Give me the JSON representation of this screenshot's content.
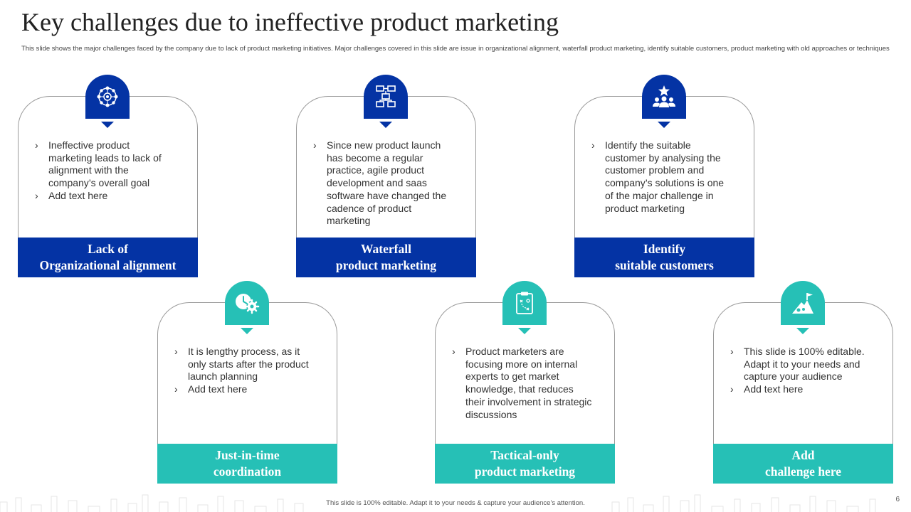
{
  "slide": {
    "title": "Key challenges due to ineffective product marketing",
    "subtitle": "This slide shows the major challenges faced by the company due to lack of product marketing initiatives. Major challenges covered in this slide are issue in organizational alignment, waterfall product marketing, identify suitable customers, product marketing with old approaches or techniques",
    "footer": "This slide is 100% editable. Adapt it to your needs & capture your audience’s attention.",
    "page_number": "6"
  },
  "colors": {
    "blue": "#0433a4",
    "teal": "#26c0b6",
    "border": "#9a9a9a"
  },
  "cards": [
    {
      "icon": "network-hub-icon",
      "bullets": [
        "Ineffective product marketing leads to lack of alignment with the company’s overall goal",
        "Add text here"
      ],
      "label_line1": "Lack of",
      "label_line2": "Organizational alignment"
    },
    {
      "icon": "flowchart-icon",
      "bullets": [
        "Since new product launch has become a regular practice, agile product development and saas software have changed the cadence of product marketing"
      ],
      "label_line1": "Waterfall",
      "label_line2": "product marketing"
    },
    {
      "icon": "customer-group-star-icon",
      "bullets": [
        "Identify the suitable customer by analysing the customer problem and company’s solutions is one of the major challenge in product marketing"
      ],
      "label_line1": "Identify",
      "label_line2": "suitable customers"
    },
    {
      "icon": "clock-gear-icon",
      "bullets": [
        "It is lengthy process, as it only starts after the product launch planning",
        "Add text here"
      ],
      "label_line1": "Just-in-time",
      "label_line2": "coordination"
    },
    {
      "icon": "tactics-clipboard-icon",
      "bullets": [
        "Product marketers are focusing more on internal experts to get market knowledge, that reduces their involvement in strategic discussions"
      ],
      "label_line1": "Tactical-only",
      "label_line2": "product marketing"
    },
    {
      "icon": "goal-flag-mountain-icon",
      "bullets": [
        "This slide is 100% editable. Adapt it to your needs and capture your audience",
        "Add text here"
      ],
      "label_line1": "Add",
      "label_line2": "challenge here"
    }
  ]
}
